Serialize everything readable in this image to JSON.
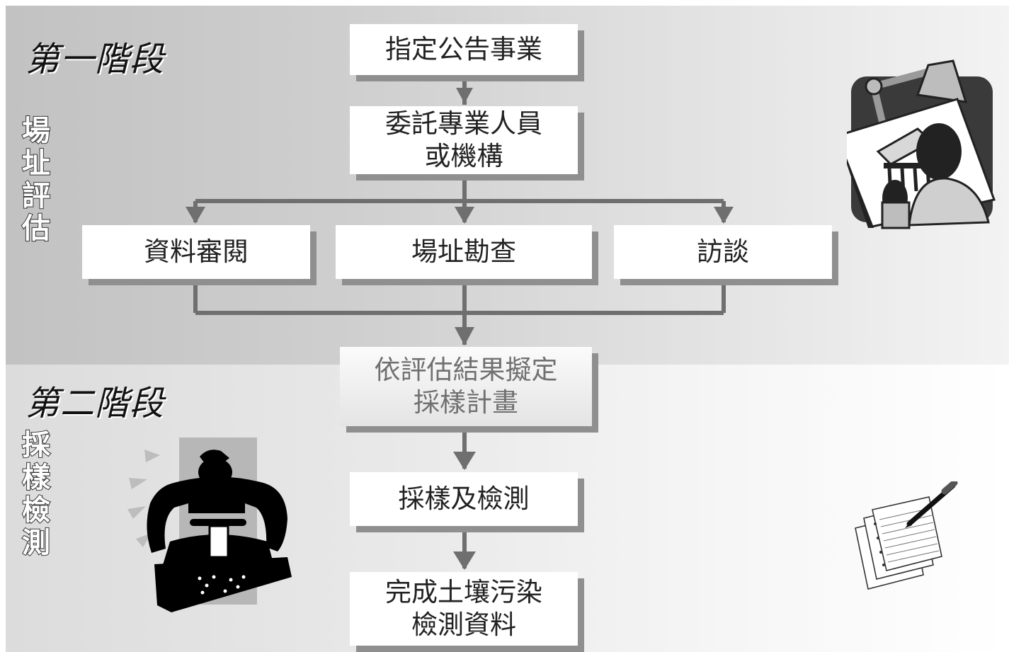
{
  "stages": [
    {
      "title": "第一階段",
      "side_label": [
        "場",
        "址",
        "評",
        "估"
      ]
    },
    {
      "title": "第二階段",
      "side_label": [
        "採",
        "樣",
        "檢",
        "測"
      ]
    }
  ],
  "steps": {
    "designate": "指定公告事業",
    "commission": "委託專業人員\n或機構",
    "review": "資料審閱",
    "site_survey": "場址勘查",
    "interview": "訪談",
    "plan": "依評估結果擬定\n採樣計畫",
    "sampling": "採樣及檢測",
    "complete": "完成土壤污染\n檢測資料"
  },
  "icons": {
    "drafting": "architect-drafting-clipart-icon",
    "driller": "worker-jackhammer-clipart-icon",
    "paper": "paper-and-pen-clipart-icon"
  }
}
